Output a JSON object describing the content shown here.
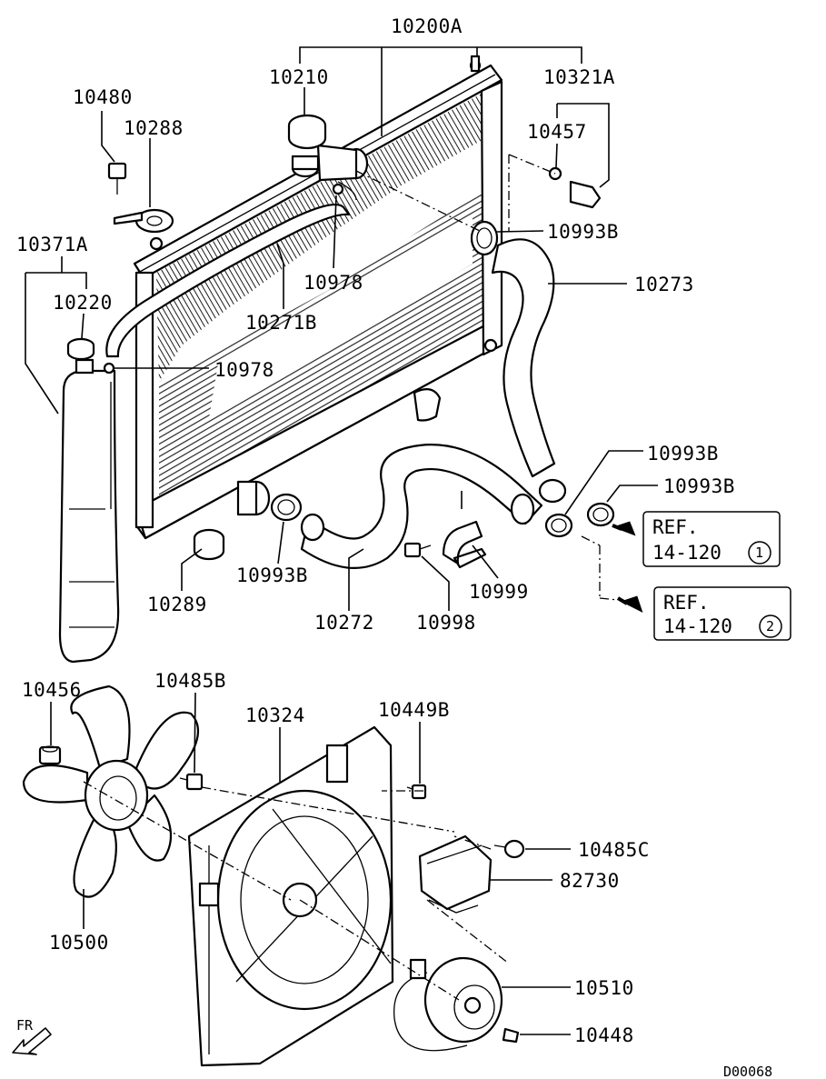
{
  "labels": {
    "radiator_assy": "10200A",
    "radiator_cap": "10210",
    "drain_plug_assy": "10321A",
    "o_ring": "10457",
    "clamp_upper_hose": "10993B",
    "upper_hose": "10273",
    "bolt_10480": "10480",
    "radiator_mount": "10288",
    "reserve_tank_assy": "10371A",
    "reserve_cap": "10220",
    "hose_clip_upper": "10978",
    "overflow_hose": "10271B",
    "hose_clip_lower": "10978",
    "clamp_right_1": "10993B",
    "clamp_right_2": "10993B",
    "lower_insulator": "10289",
    "clamp_lower_hose": "10993B",
    "lower_hose": "10272",
    "bolt_10998": "10998",
    "bracket_10999": "10999",
    "nut_10456": "10456",
    "bolt_10485b": "10485B",
    "shroud": "10324",
    "bolt_10449b": "10449B",
    "bolt_10485c": "10485C",
    "module_82730": "82730",
    "fan_blade": "10500",
    "fan_motor": "10510",
    "clip_10448": "10448",
    "diagram_code": "D00068",
    "front_marker": "FR"
  },
  "references": [
    {
      "prefix": "REF.",
      "page": "14-120",
      "circled": "1"
    },
    {
      "prefix": "REF.",
      "page": "14-120",
      "circled": "2"
    }
  ]
}
